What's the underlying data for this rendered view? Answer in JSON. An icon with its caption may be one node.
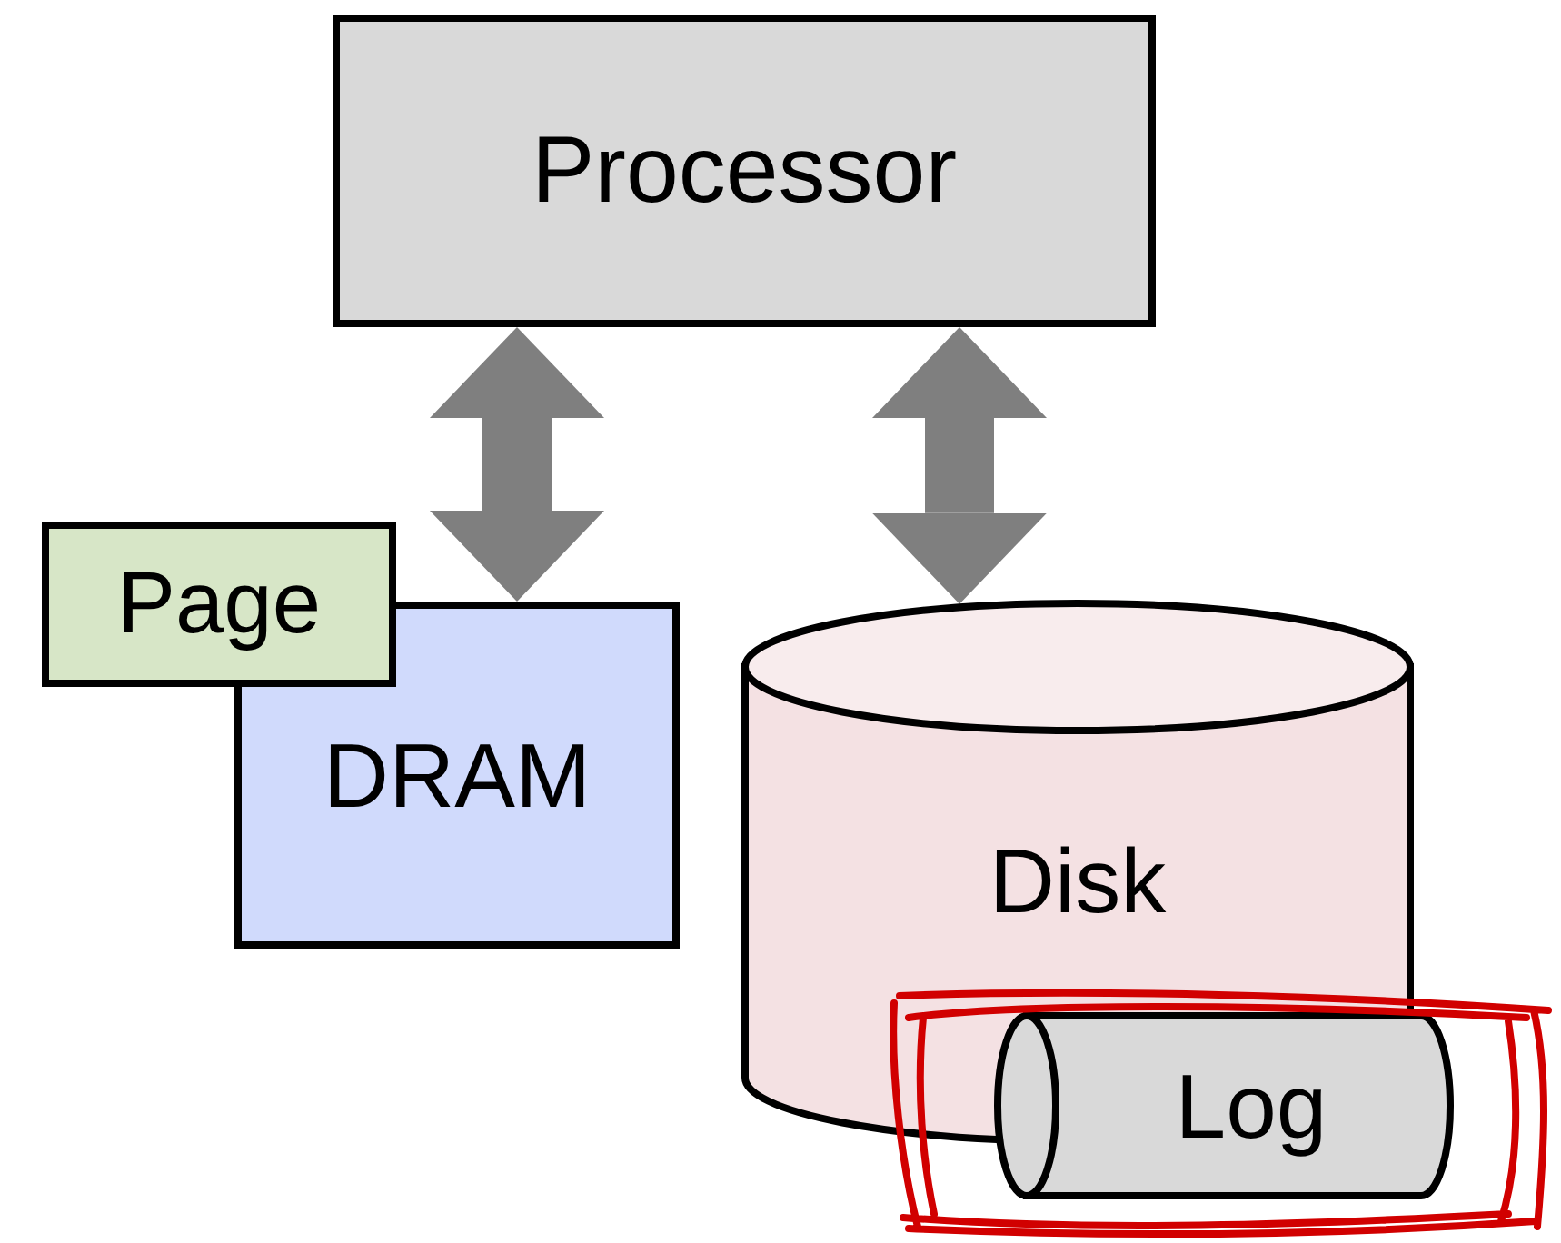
{
  "diagram": {
    "nodes": [
      {
        "text": [
          "Processor"
        ]
      },
      {
        "text": [
          "DRAM"
        ]
      },
      {
        "text": [
          "Page"
        ]
      },
      {
        "text": [
          "Disk"
        ]
      },
      {
        "text": [
          "Log"
        ]
      }
    ],
    "edges": [
      {
        "from": 0,
        "to": 1,
        "arrow": "both"
      },
      {
        "from": 0,
        "to": 3,
        "arrow": "both"
      }
    ]
  }
}
